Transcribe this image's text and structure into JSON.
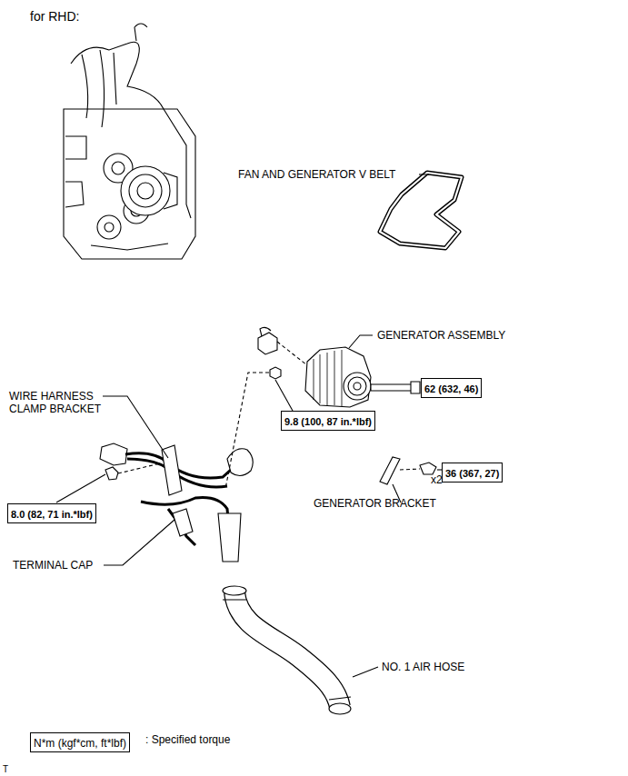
{
  "diagram": {
    "nodes": [
      {
        "text": [
          "62 (632, 46)"
        ]
      },
      {
        "text": [
          "9.8 (100, 87 in.*lbf)"
        ]
      },
      {
        "text": [
          "36 (367, 27)"
        ]
      },
      {
        "text": [
          "8.0 (82, 71 in.*lbf)"
        ]
      },
      {
        "text": [
          "N*m (kgf*cm, ft*lbf)"
        ]
      }
    ],
    "labels": [
      "for RHD:",
      "FAN AND GENERATOR V BELT",
      "GENERATOR ASSEMBLY",
      "WIRE HARNESS CLAMP BRACKET",
      "x2",
      "GENERATOR BRACKET",
      "TERMINAL CAP",
      "NO. 1 AIR HOSE",
      ": Specified torque",
      "T"
    ]
  }
}
